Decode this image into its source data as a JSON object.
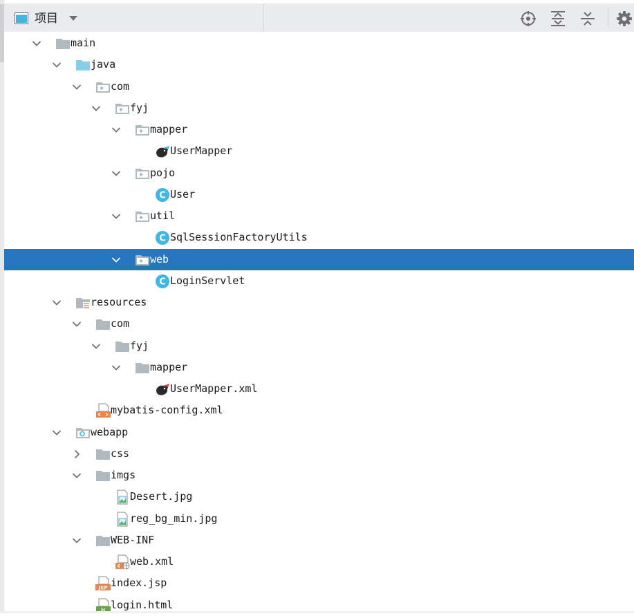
{
  "toolbar": {
    "title": "项目",
    "icons": [
      "project-view-icon",
      "dropdown-arrow-icon",
      "locate-file-icon",
      "expand-all-icon",
      "collapse-all-icon",
      "gear-icon"
    ]
  },
  "tree": {
    "selected": "web",
    "items": [
      {
        "label": "main",
        "depth": 0,
        "expanded": true,
        "icon": "folder"
      },
      {
        "label": "java",
        "depth": 1,
        "expanded": true,
        "icon": "source-folder"
      },
      {
        "label": "com",
        "depth": 2,
        "expanded": true,
        "icon": "package"
      },
      {
        "label": "fyj",
        "depth": 3,
        "expanded": true,
        "icon": "package"
      },
      {
        "label": "mapper",
        "depth": 4,
        "expanded": true,
        "icon": "package"
      },
      {
        "label": "UserMapper",
        "depth": 5,
        "icon": "mybatis-interface"
      },
      {
        "label": "pojo",
        "depth": 4,
        "expanded": true,
        "icon": "package"
      },
      {
        "label": "User",
        "depth": 5,
        "icon": "class"
      },
      {
        "label": "util",
        "depth": 4,
        "expanded": true,
        "icon": "package"
      },
      {
        "label": "SqlSessionFactoryUtils",
        "depth": 5,
        "icon": "class"
      },
      {
        "label": "web",
        "depth": 4,
        "expanded": true,
        "icon": "package",
        "selected": true
      },
      {
        "label": "LoginServlet",
        "depth": 5,
        "icon": "class"
      },
      {
        "label": "resources",
        "depth": 1,
        "expanded": true,
        "icon": "resources-folder"
      },
      {
        "label": "com",
        "depth": 2,
        "expanded": true,
        "icon": "folder"
      },
      {
        "label": "fyj",
        "depth": 3,
        "expanded": true,
        "icon": "folder"
      },
      {
        "label": "mapper",
        "depth": 4,
        "expanded": true,
        "icon": "folder"
      },
      {
        "label": "UserMapper.xml",
        "depth": 5,
        "icon": "mybatis-xml"
      },
      {
        "label": "mybatis-config.xml",
        "depth": 2,
        "icon": "xml-file"
      },
      {
        "label": "webapp",
        "depth": 1,
        "expanded": true,
        "icon": "web-folder"
      },
      {
        "label": "css",
        "depth": 2,
        "expanded": false,
        "icon": "folder"
      },
      {
        "label": "imgs",
        "depth": 2,
        "expanded": true,
        "icon": "folder"
      },
      {
        "label": "Desert.jpg",
        "depth": 3,
        "icon": "image-file"
      },
      {
        "label": "reg_bg_min.jpg",
        "depth": 3,
        "icon": "image-file"
      },
      {
        "label": "WEB-INF",
        "depth": 2,
        "expanded": true,
        "icon": "folder"
      },
      {
        "label": "web.xml",
        "depth": 3,
        "icon": "web-xml-file"
      },
      {
        "label": "index.jsp",
        "depth": 2,
        "icon": "jsp-file"
      },
      {
        "label": "login.html",
        "depth": 2,
        "icon": "html-file"
      }
    ]
  },
  "colors": {
    "selection": "#2675bf",
    "folder": "#aeb9c0",
    "source_folder": "#87cfe8",
    "class_icon": "#40b6e0",
    "xml_icon": "#e8844f",
    "html_icon": "#68a348",
    "toolbar_bg": "#e9ebef"
  }
}
